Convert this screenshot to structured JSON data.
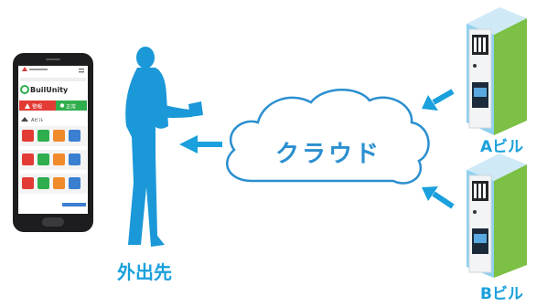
{
  "app": {
    "brand": "BuilUnity",
    "alert_label": "警報",
    "normal_label": "正常",
    "building_label": "Aビル"
  },
  "labels": {
    "person": "外出先",
    "cloud": "クラウド",
    "building_a": "Aビル",
    "building_b": "Bビル"
  },
  "colors": {
    "accent": "#1aa0dc",
    "figure": "#1b98d8",
    "cloud_stroke": "#2b8fcf",
    "alert": "#e23b35",
    "normal": "#2fae4e",
    "building_blue": "#8fd0ef",
    "building_green": "#7cc046"
  }
}
